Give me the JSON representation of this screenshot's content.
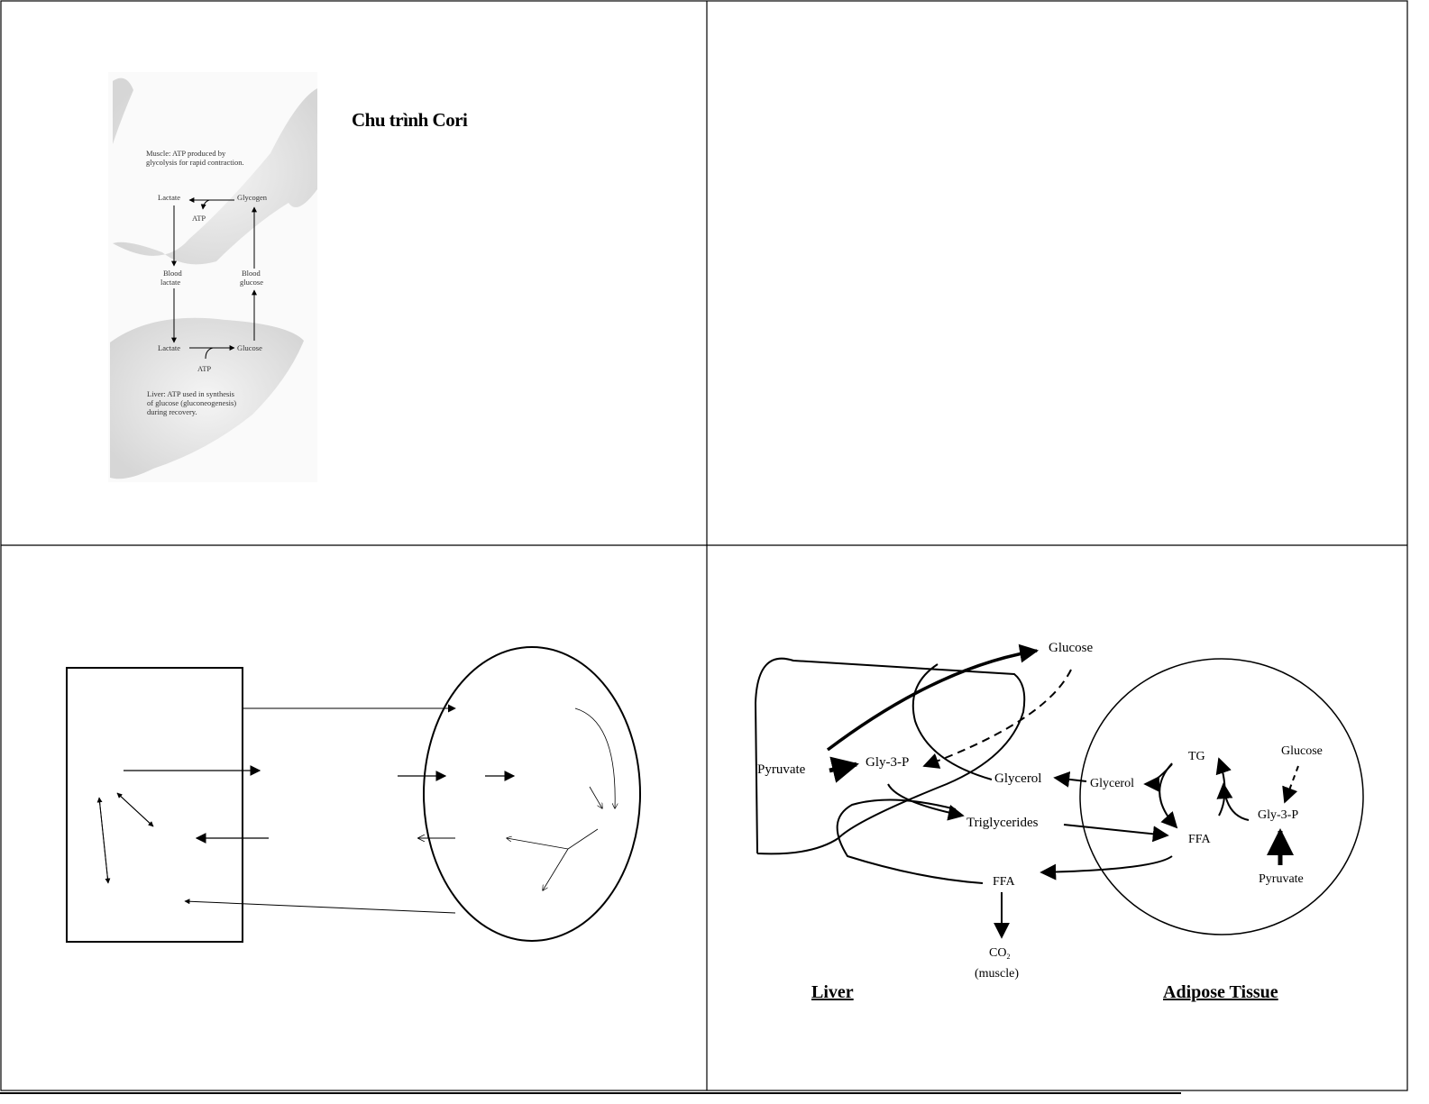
{
  "slide1": {
    "title": "Chu trình Cori",
    "figure": {
      "muscle_caption_1": "Muscle: ATP produced by",
      "muscle_caption_2": "glycolysis for rapid contraction.",
      "lactate_muscle": "Lactate",
      "glycogen": "Glycogen",
      "atp_muscle": "ATP",
      "blood_lactate_1": "Blood",
      "blood_lactate_2": "lactate",
      "blood_glucose_1": "Blood",
      "blood_glucose_2": "glucose",
      "lactate_liver": "Lactate",
      "glucose_liver": "Glucose",
      "atp_liver": "ATP",
      "liver_caption_1": "Liver: ATP used in synthesis",
      "liver_caption_2": "of glucose (gluconeogenesis)",
      "liver_caption_3": "during recovery."
    }
  },
  "slide4": {
    "glucose_top": "Glucose",
    "pyruvate_liver": "Pyruvate",
    "gly3p_liver": "Gly-3-P",
    "glycerol_liver": "Glycerol",
    "glycerol_adipose": "Glycerol",
    "tg": "TG",
    "glucose_adipose": "Glucose",
    "gly3p_adipose": "Gly-3-P",
    "ffa_adipose": "FFA",
    "triglycerides": "Triglycerides",
    "ffa_blood": "FFA",
    "co2": "CO",
    "co2_sub": "2",
    "muscle": "(muscle)",
    "pyruvate_adipose": "Pyruvate",
    "liver_title": "Liver",
    "adipose_title": "Adipose Tissue"
  }
}
